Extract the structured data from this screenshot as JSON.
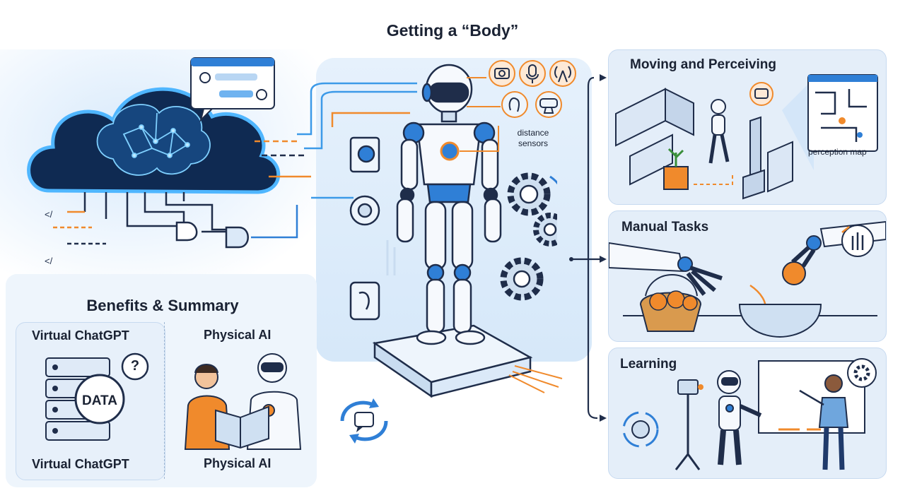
{
  "title": "Getting a “Body”",
  "center": {
    "sensor_label_line1": "distance",
    "sensor_label_line2": "sensors",
    "sensors": [
      "camera-icon",
      "microphone-icon",
      "antenna-icon",
      "touch-sensor-icon",
      "webcam-icon"
    ]
  },
  "panels": {
    "moving": {
      "title": "Moving and Perceiving",
      "map_label": "perception map"
    },
    "manual": {
      "title": "Manual Tasks"
    },
    "learning": {
      "title": "Learning"
    }
  },
  "summary": {
    "title": "Benefits & Summary",
    "virtual_top": "Virtual ChatGPT",
    "virtual_bottom": "Virtual ChatGPT",
    "physical_top": "Physical AI",
    "physical_bottom": "Physical AI",
    "data_badge": "DATA",
    "question_mark": "?"
  },
  "code_glyphs": [
    "</",
    "</"
  ],
  "colors": {
    "accent_blue": "#2f7fd6",
    "accent_orange": "#f08a2c",
    "dark_navy": "#1f2d4a",
    "panel_bg": "#e4eef9"
  }
}
